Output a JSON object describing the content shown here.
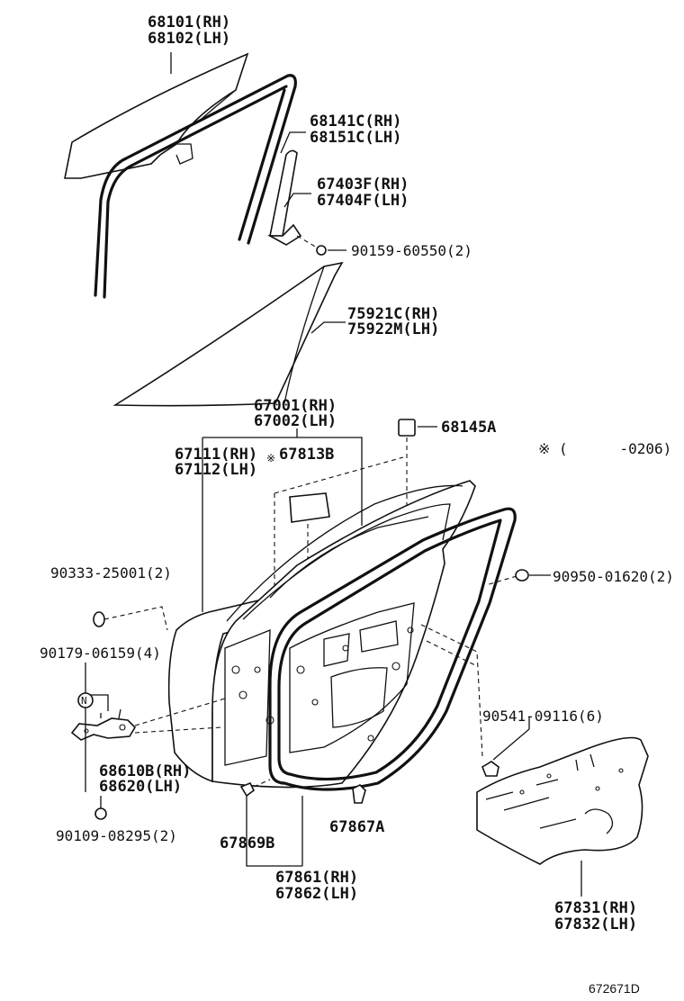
{
  "colors": {
    "ink": "#111111",
    "paper": "#ffffff"
  },
  "labels": {
    "glass": [
      "68101(RH)",
      "68102(LH)"
    ],
    "run_channel": [
      "68141C(RH)",
      "68151C(LH)"
    ],
    "frame_sash": [
      "67403F(RH)",
      "67404F(LH)"
    ],
    "screw_a": "90159-60550(2)",
    "moulding": [
      "75921C(RH)",
      "75922M(LH)"
    ],
    "door_panel": [
      "67001(RH)",
      "67002(LH)"
    ],
    "pad_68145": "68145A",
    "outer_panel": [
      "67111(RH)",
      "67112(LH)"
    ],
    "note_mark": "※",
    "pad_67813": "67813B",
    "note_range": "※ (      -0206)",
    "plug_a": "90333-25001(2)",
    "plug_b": "90950-01620(2)",
    "bolt_a": "90179-06159(4)",
    "nut_mark": "N",
    "clip_a": "90541-09116(6)",
    "check": [
      "68610B(RH)",
      "68620(LH)"
    ],
    "bolt_b": "90109-08295(2)",
    "clip_b": "67869B",
    "clip_c": "67867A",
    "weatherstrip": [
      "67861(RH)",
      "67862(LH)"
    ],
    "service_hole_cover": [
      "67831(RH)",
      "67832(LH)"
    ],
    "figure_code": "672671D"
  }
}
